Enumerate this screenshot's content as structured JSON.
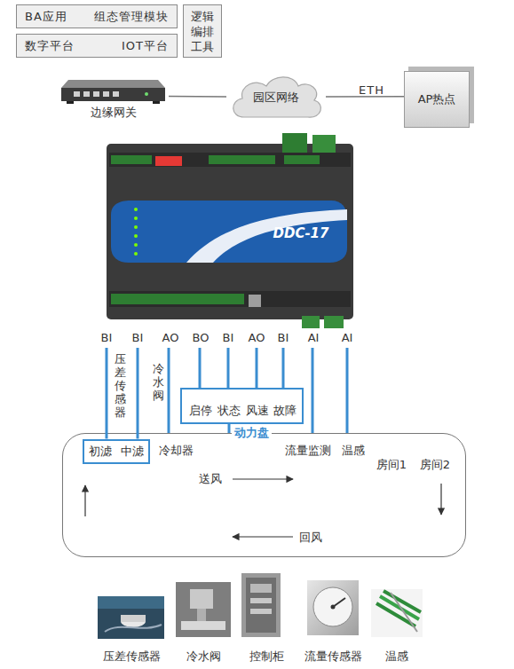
{
  "diagram": {
    "nodes": [
      {
        "text": [
          "BA应用",
          "组态管理模块"
        ]
      },
      {
        "text": [
          "数字平台",
          "IOT平台"
        ]
      },
      {
        "text": [
          "逻辑编排工具"
        ]
      },
      {
        "text": [
          "边缘网关"
        ]
      },
      {
        "text": [
          "园区网络"
        ]
      },
      {
        "text": [
          "AP热点"
        ]
      },
      {
        "text": [
          "DDC-17"
        ]
      },
      {
        "text": [
          "启停",
          "状态",
          "风速",
          "故障"
        ]
      },
      {
        "text": [
          "动力盘"
        ]
      },
      {
        "text": [
          "初滤",
          "中滤"
        ],
        "in": 8
      }
    ],
    "edges": [
      {
        "from": 3,
        "to": 4,
        "arrow": "none"
      },
      {
        "from": 4,
        "to": 5,
        "label": "ETH",
        "arrow": "none"
      },
      {
        "from": 6,
        "to": 9,
        "arrow": "none"
      },
      {
        "from": 6,
        "to": 9,
        "label": "压差传感器",
        "arrow": "none"
      },
      {
        "from": 6,
        "to": 8,
        "label": "冷水阀",
        "arrow": "none"
      },
      {
        "from": 6,
        "to": 7,
        "arrow": "none"
      },
      {
        "from": 6,
        "to": 7,
        "arrow": "none"
      },
      {
        "from": 6,
        "to": 7,
        "arrow": "none"
      },
      {
        "from": 6,
        "to": 7,
        "arrow": "none"
      },
      {
        "from": 7,
        "to": 8,
        "arrow": "none"
      },
      {
        "from": 6,
        "to": 8,
        "arrow": "none"
      },
      {
        "from": 6,
        "to": 8,
        "arrow": "none"
      }
    ],
    "labels": [
      "BI",
      "BI",
      "AO",
      "BO",
      "BI",
      "AO",
      "BI",
      "AI",
      "AI",
      "冷却器",
      "流量监测",
      "温感",
      "房间1",
      "房间2",
      "送风",
      "回风",
      "压差传感器",
      "冷水阀",
      "控制柜",
      "流量传感器",
      "温感"
    ]
  }
}
